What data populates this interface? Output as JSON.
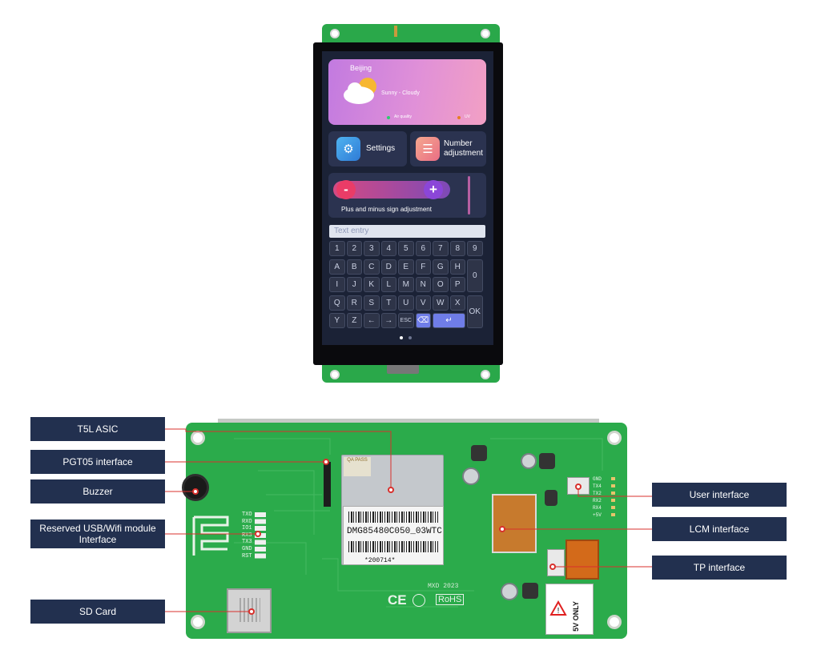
{
  "screen": {
    "weather": {
      "city": "Beijing",
      "condition": "Sunny - Cloudy",
      "air_quality": "Air quality",
      "uv": "UV"
    },
    "tiles": {
      "settings": "Settings",
      "number_line1": "Number",
      "number_line2": "adjustment"
    },
    "slider": {
      "minus": "-",
      "plus": "+",
      "caption": "Plus and minus sign adjustment"
    },
    "text_entry": {
      "placeholder": "Text entry"
    },
    "keyboard": {
      "row1": [
        "1",
        "2",
        "3",
        "4",
        "5",
        "6",
        "7",
        "8",
        "9"
      ],
      "row2": [
        "A",
        "B",
        "C",
        "D",
        "E",
        "F",
        "G",
        "H"
      ],
      "row3": [
        "I",
        "J",
        "K",
        "L",
        "M",
        "N",
        "O",
        "P"
      ],
      "row4": [
        "Q",
        "R",
        "S",
        "T",
        "U",
        "V",
        "W",
        "X"
      ],
      "row5": [
        "Y",
        "Z",
        "←",
        "→",
        "ESC"
      ],
      "side_zero": "0",
      "ok": "OK"
    }
  },
  "board": {
    "model": "DMG85480C050_03WTC",
    "serial": "*200714*",
    "shield_label": "QA PASS",
    "ce": "CE",
    "rohs": "RoHS",
    "mxd": "MXD 2023",
    "warning": "5V ONLY",
    "left_pins": [
      "TXO",
      "RXO",
      "IO1",
      "RX3",
      "TX3",
      "GND",
      "RST"
    ],
    "right_pins": [
      "GND",
      "TX4",
      "TX2",
      "RX2",
      "RX4",
      "+5V"
    ]
  },
  "callouts": {
    "t5l": "T5L ASIC",
    "pgt05": "PGT05 interface",
    "buzzer": "Buzzer",
    "usb_line1": "Reserved USB/Wifi module",
    "usb_line2": "Interface",
    "sd": "SD Card",
    "user": "User interface",
    "lcm": "LCM interface",
    "tp": "TP interface"
  },
  "colors": {
    "callout_bg": "#22304f",
    "leader": "#d8302c",
    "pcb": "#2bab4b"
  }
}
